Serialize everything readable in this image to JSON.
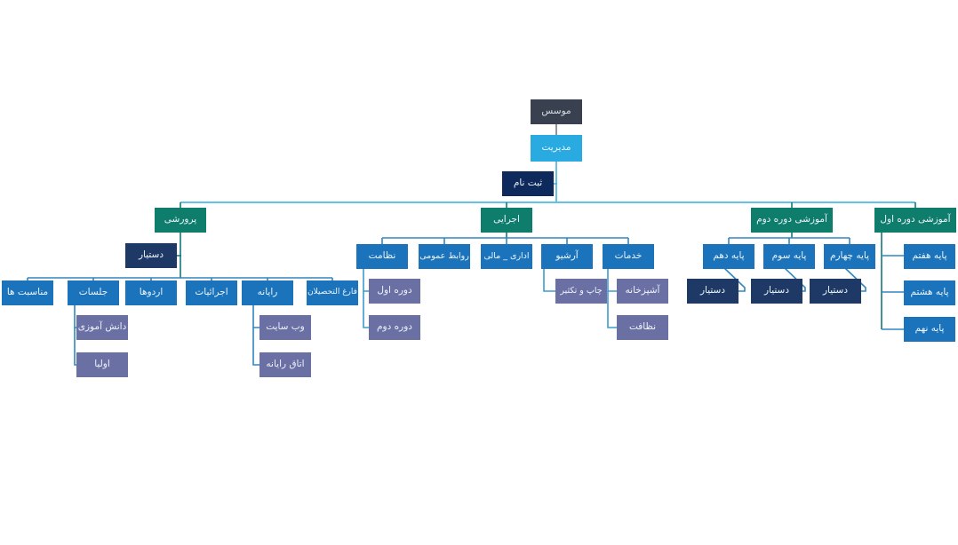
{
  "app": {
    "name": "organizational-chart"
  },
  "colors": {
    "founder_box": "#394150",
    "management_box": "#29aae1",
    "registration_box": "#0e2a5c",
    "branch_head_box": "#0e7d6c",
    "department_box": "#1b74bb",
    "unit_box": "#6a70a4",
    "assistant_box": "#1e3966",
    "spine_line": "#5fc2e6",
    "teal_line": "#16777b",
    "blue_line": "#3286bd",
    "gray_line": "#6b7280",
    "background": "#ffffff"
  },
  "nodes": {
    "founder": {
      "label": "موسس"
    },
    "management": {
      "label": "مدیریت"
    },
    "registration": {
      "label": "ثبت نام"
    },
    "parvareshi": {
      "label": "پرورشی"
    },
    "parvareshi_assistant": {
      "label": "دستیار"
    },
    "monasebat": {
      "label": "مناسبت ها"
    },
    "jalasat": {
      "label": "جلسات"
    },
    "danesh_amoozi": {
      "label": "دانش آموزی"
    },
    "olia": {
      "label": "اولیا"
    },
    "ordooha": {
      "label": "اردوها"
    },
    "ejraiyat": {
      "label": "اجرائیات"
    },
    "rayaneh": {
      "label": "رایانه"
    },
    "web_site": {
      "label": "وب سایت"
    },
    "otagh_rayaneh": {
      "label": "اتاق رایانه"
    },
    "faregh_tahsilan": {
      "label": "فارغ التحصیلان"
    },
    "ejraei": {
      "label": "اجرایی"
    },
    "nezamat": {
      "label": "نظامت"
    },
    "dore_aval": {
      "label": "دوره اول"
    },
    "dore_dovom": {
      "label": "دوره دوم"
    },
    "ravabet_omoomi": {
      "label": "روابط عمومی"
    },
    "edari_mali": {
      "label": "اداری _ مالی"
    },
    "archive": {
      "label": "آرشیو"
    },
    "chap_taksir": {
      "label": "چاپ و تکثیر"
    },
    "khadamat": {
      "label": "خدمات"
    },
    "ashpazkhaneh": {
      "label": "آشپزخانه"
    },
    "nezafat": {
      "label": "نظافت"
    },
    "amoozeshi_dore_dovom": {
      "label": "آموزشی دوره دوم"
    },
    "paye_dahom": {
      "label": "پایه دهم"
    },
    "dastyar_dahom": {
      "label": "دستیار"
    },
    "paye_sevom": {
      "label": "پایه سوم"
    },
    "dastyar_sevom": {
      "label": "دستیار"
    },
    "paye_chaharom": {
      "label": "پایه چهارم"
    },
    "dastyar_chaharom": {
      "label": "دستیار"
    },
    "amoozeshi_dore_aval": {
      "label": "آموزشی دوره اول"
    },
    "paye_haftom": {
      "label": "پایه هفتم"
    },
    "paye_hashtom": {
      "label": "پایه هشتم"
    },
    "paye_nohom": {
      "label": "پایه نهم"
    }
  }
}
